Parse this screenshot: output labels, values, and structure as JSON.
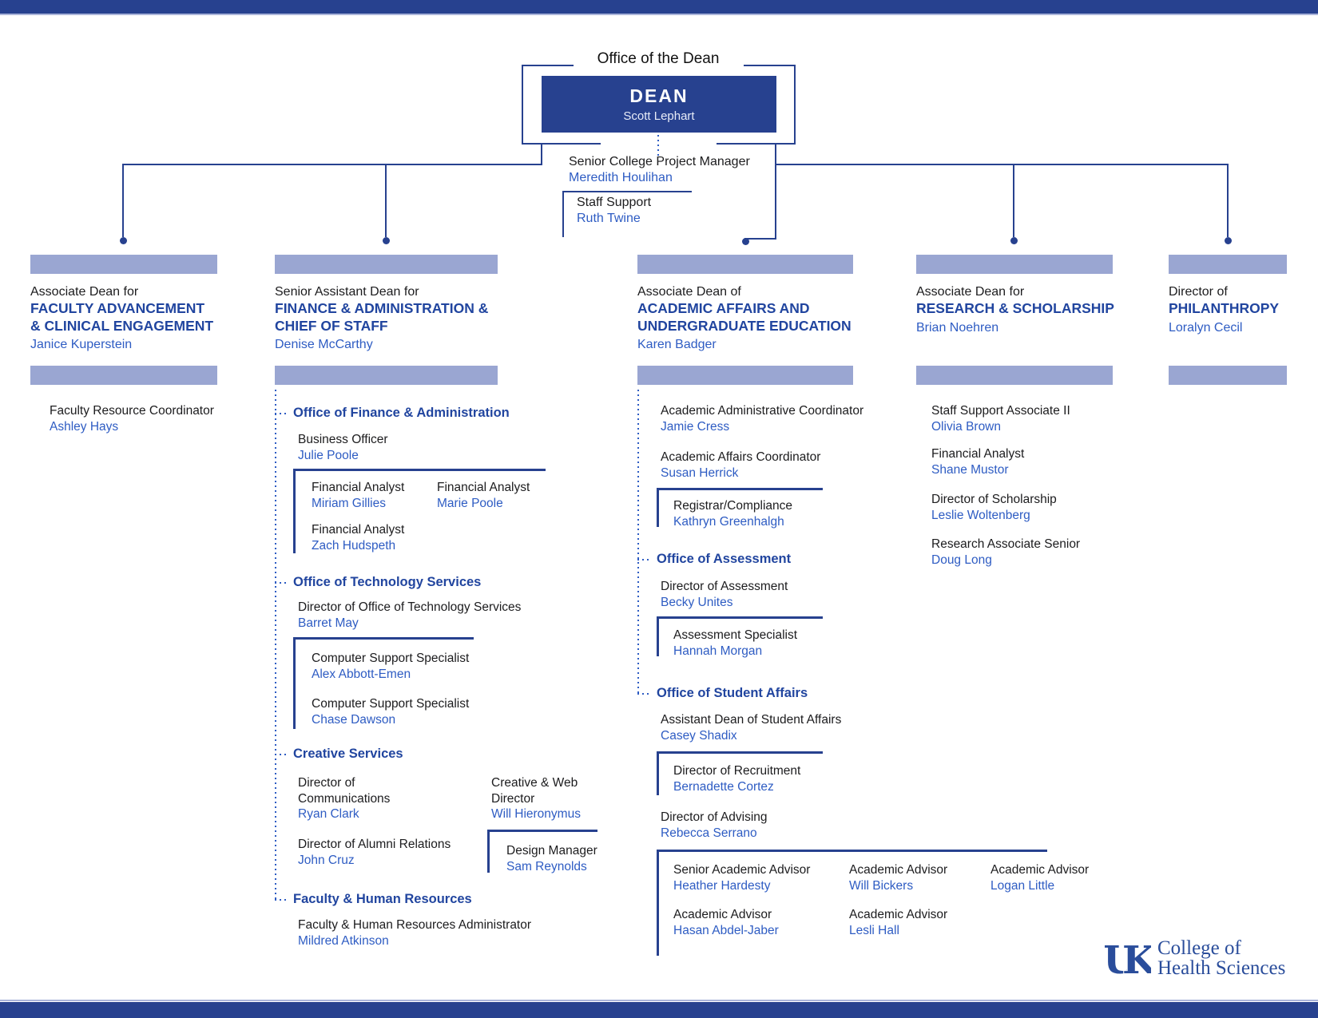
{
  "header": {
    "office_label": "Office of the Dean",
    "dean_title": "DEAN",
    "dean_name": "Scott Lephart",
    "pm_title": "Senior College Project Manager",
    "pm_name": "Meredith Houlihan",
    "staff_title": "Staff Support",
    "staff_name": "Ruth Twine"
  },
  "columns": {
    "c1": {
      "pre": "Associate Dean for",
      "l1": "FACULTY ADVANCEMENT",
      "l2": "& CLINICAL ENGAGEMENT",
      "name": "Janice Kuperstein"
    },
    "c2": {
      "pre": "Senior Assistant Dean for",
      "l1": "FINANCE & ADMINISTRATION &",
      "l2": "CHIEF OF STAFF",
      "name": "Denise McCarthy"
    },
    "c3": {
      "pre": "Associate Dean of",
      "l1": "ACADEMIC AFFAIRS AND",
      "l2": "UNDERGRADUATE EDUCATION",
      "name": "Karen Badger"
    },
    "c4": {
      "pre": "Associate Dean for",
      "l1": "RESEARCH & SCHOLARSHIP",
      "name": "Brian Noehren"
    },
    "c5": {
      "pre": "Director of",
      "l1": "PHILANTHROPY",
      "name": "Loralyn Cecil"
    }
  },
  "sections": {
    "finance": "Office of Finance & Administration",
    "tech": "Office of Technology Services",
    "creative": "Creative Services",
    "hr": "Faculty & Human Resources",
    "assessment": "Office of Assessment",
    "student_affairs": "Office of Student Affairs"
  },
  "roles": {
    "faculty_resource": {
      "title": "Faculty Resource Coordinator",
      "name": "Ashley Hays"
    },
    "business_officer": {
      "title": "Business Officer",
      "name": "Julie Poole"
    },
    "fin1": {
      "title": "Financial Analyst",
      "name": "Miriam Gillies"
    },
    "fin2": {
      "title": "Financial Analyst",
      "name": "Marie Poole"
    },
    "fin3": {
      "title": "Financial Analyst",
      "name": "Zach Hudspeth"
    },
    "tech_dir": {
      "title": "Director of Office of Technology Services",
      "name": "Barret May"
    },
    "css1": {
      "title": "Computer Support Specialist",
      "name": "Alex Abbott-Emen"
    },
    "css2": {
      "title": "Computer Support Specialist",
      "name": "Chase Dawson"
    },
    "comm_dir": {
      "title": "Director of Communications",
      "name": "Ryan Clark"
    },
    "web_dir": {
      "title": "Creative & Web Director",
      "name": "Will Hieronymus"
    },
    "alumni_dir": {
      "title": "Director of Alumni Relations",
      "name": "John Cruz"
    },
    "design_mgr": {
      "title": "Design Manager",
      "name": "Sam Reynolds"
    },
    "hr_admin": {
      "title": "Faculty & Human Resources Administrator",
      "name": "Mildred Atkinson"
    },
    "aac": {
      "title": "Academic Administrative Coordinator",
      "name": "Jamie Cress"
    },
    "affairs_coord": {
      "title": "Academic Affairs Coordinator",
      "name": "Susan Herrick"
    },
    "registrar": {
      "title": "Registrar/Compliance",
      "name": "Kathryn Greenhalgh"
    },
    "assess_dir": {
      "title": "Director of Assessment",
      "name": "Becky Unites"
    },
    "assess_spec": {
      "title": "Assessment Specialist",
      "name": "Hannah Morgan"
    },
    "asst_dean_sa": {
      "title": "Assistant Dean of Student Affairs",
      "name": "Casey Shadix"
    },
    "recruit_dir": {
      "title": "Director of Recruitment",
      "name": "Bernadette Cortez"
    },
    "advising_dir": {
      "title": "Director of Advising",
      "name": "Rebecca Serrano"
    },
    "adv1": {
      "title": "Senior Academic Advisor",
      "name": "Heather Hardesty"
    },
    "adv2": {
      "title": "Academic Advisor",
      "name": "Will Bickers"
    },
    "adv3": {
      "title": "Academic Advisor",
      "name": "Logan Little"
    },
    "adv4": {
      "title": "Academic Advisor",
      "name": "Hasan Abdel-Jaber"
    },
    "adv5": {
      "title": "Academic Advisor",
      "name": "Lesli Hall"
    },
    "staff_assoc": {
      "title": "Staff Support Associate II",
      "name": "Olivia Brown"
    },
    "fin4": {
      "title": "Financial Analyst",
      "name": "Shane Mustor"
    },
    "schol_dir": {
      "title": "Director of Scholarship",
      "name": "Leslie Woltenberg"
    },
    "res_assoc": {
      "title": "Research Associate Senior",
      "name": "Doug Long"
    }
  },
  "logo": {
    "mark": "UK",
    "line1": "College of",
    "line2": "Health Sciences"
  },
  "colors": {
    "navy": "#27418f",
    "bold_blue": "#21459f",
    "name_blue": "#2e5cc3",
    "light_bar": "#9aa6d2"
  }
}
